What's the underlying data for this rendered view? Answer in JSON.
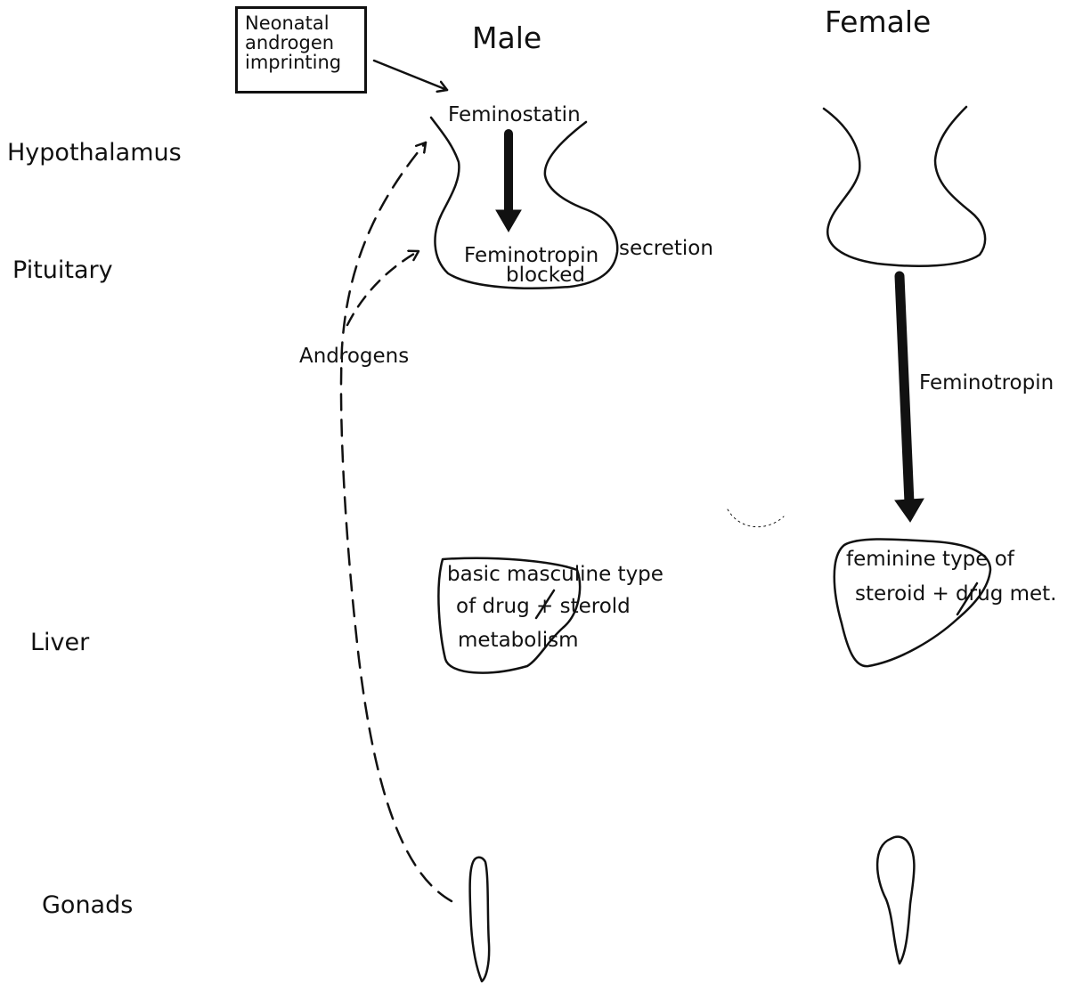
{
  "rows": {
    "hypothalamus": "Hypothalamus",
    "pituitary": "Pituitary",
    "liver": "Liver",
    "gonads": "Gonads"
  },
  "columns": {
    "male": "Male",
    "female": "Female"
  },
  "imprinting_box": {
    "line1": "Neonatal",
    "line2": "androgen",
    "line3": "imprinting"
  },
  "male": {
    "feminostatin": "Feminostatin",
    "blocked_line1": "Feminotropin",
    "blocked_line2": "blocked",
    "secretion": "secretion",
    "androgens": "Androgens",
    "liver_line1": "basic masculine type",
    "liver_line2": "of drug + sterold",
    "liver_line3": "metabolism"
  },
  "female": {
    "feminotropin": "Feminotropin",
    "liver_line1": "feminine type of",
    "liver_line2": "steroid + drug met."
  },
  "colors": {
    "ink": "#111111",
    "background": "#ffffff"
  }
}
